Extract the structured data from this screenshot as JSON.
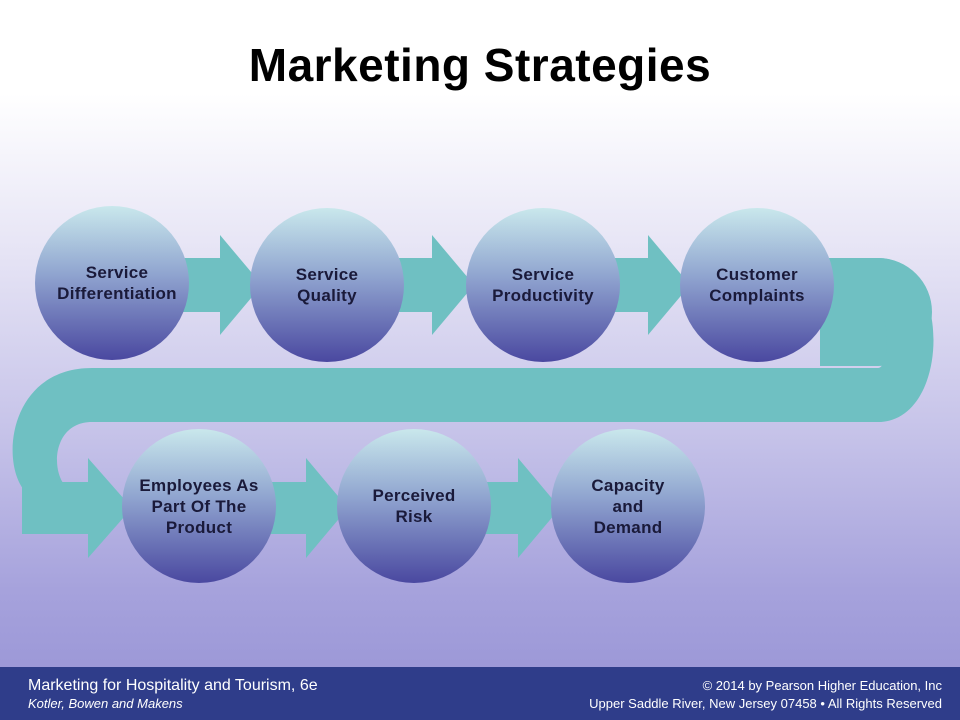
{
  "slide": {
    "title": "Marketing Strategies"
  },
  "diagram": {
    "nodes": [
      {
        "label": "Service Differentiation"
      },
      {
        "label": "Service Quality"
      },
      {
        "label": "Service Productivity"
      },
      {
        "label": "Customer Complaints"
      },
      {
        "label": "Employees As Part Of The Product"
      },
      {
        "label": "Perceived Risk"
      },
      {
        "label": "Capacity and Demand"
      }
    ],
    "colors": {
      "connector": "#6fc0c2",
      "circle_top": "#c6e6ea",
      "circle_bottom": "#4f4ea6",
      "label": "#1a1a3a"
    }
  },
  "footer": {
    "book_title": "Marketing for Hospitality and Tourism, 6e",
    "authors": "Kotler, Bowen and Makens",
    "copyright": "© 2014 by Pearson Higher Education, Inc",
    "address": "Upper Saddle River, New Jersey 07458 • All Rights Reserved",
    "background": "#2f3d8a"
  }
}
